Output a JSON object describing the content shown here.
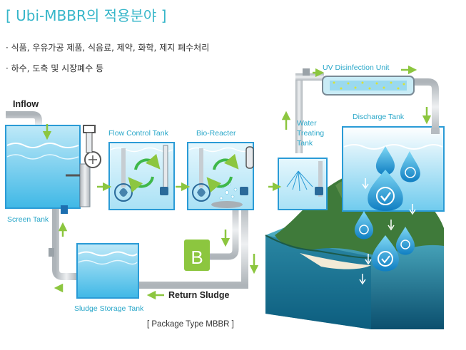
{
  "title": "[ Ubi-MBBR의 적용분야 ]",
  "bullets": [
    "· 식품, 우유가공 제품, 식음료, 제약, 화학, 제지 폐수처리",
    "· 하수, 도축 및 시장폐수 등"
  ],
  "diagram": {
    "inflow": "Inflow",
    "screen_tank": "Screen Tank",
    "flow_control_tank": "Flow Control Tank",
    "bio_reacter": "Bio-Reacter",
    "water_treating_tank": [
      "Water",
      "Treating",
      "Tank"
    ],
    "uv_unit": "UV Disinfection Unit",
    "discharge_tank": "Discharge Tank",
    "b_label": "B",
    "return_sludge": "Return Sludge",
    "sludge_storage_tank": "Sludge Storage Tank",
    "caption": "[ Package Type MBBR ]"
  },
  "colors": {
    "title": "#36b6c9",
    "tank_label": "#2aa7c9",
    "arrow_green": "#8cc63f",
    "b_box": "#8cc63f",
    "pipe_gray": "#c8ccd0",
    "water_blue": "#5ec8ec"
  }
}
